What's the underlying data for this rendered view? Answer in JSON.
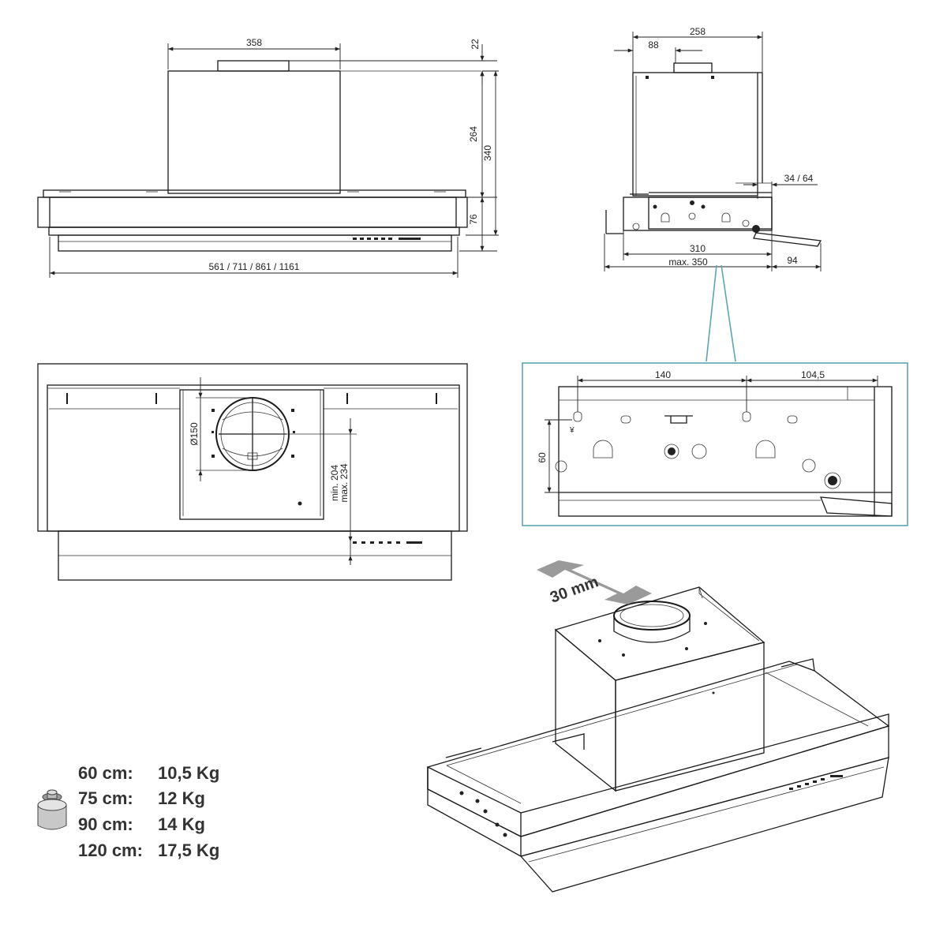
{
  "front_view": {
    "dim_top_width": "358",
    "dim_top_small": "22",
    "dim_body_height": "264",
    "dim_total_height": "340",
    "dim_front_height": "76",
    "dim_widths": "561 / 711 / 861 / 1161"
  },
  "side_view": {
    "dim_depth_top": "258",
    "dim_outlet_offset": "88",
    "dim_panel_ext": "34 / 64",
    "dim_depth_base": "310",
    "dim_depth_max": "max. 350",
    "dim_handle": "94"
  },
  "bottom_view": {
    "dim_duct_diameter": "Ø150",
    "dim_min": "min. 204",
    "dim_max": "max. 234"
  },
  "detail_view": {
    "dim_spacing_a": "140",
    "dim_spacing_b": "104,5",
    "dim_height": "60"
  },
  "iso_view": {
    "adjust_label": "30 mm",
    "box_color": "#8fb8c9"
  },
  "weights": [
    {
      "size": "60 cm:",
      "weight": "10,5 Kg"
    },
    {
      "size": "75 cm:",
      "weight": "12 Kg"
    },
    {
      "size": "90 cm:",
      "weight": "14 Kg"
    },
    {
      "size": "120 cm:",
      "weight": "17,5 Kg"
    }
  ],
  "weight_icon": "weight-icon"
}
